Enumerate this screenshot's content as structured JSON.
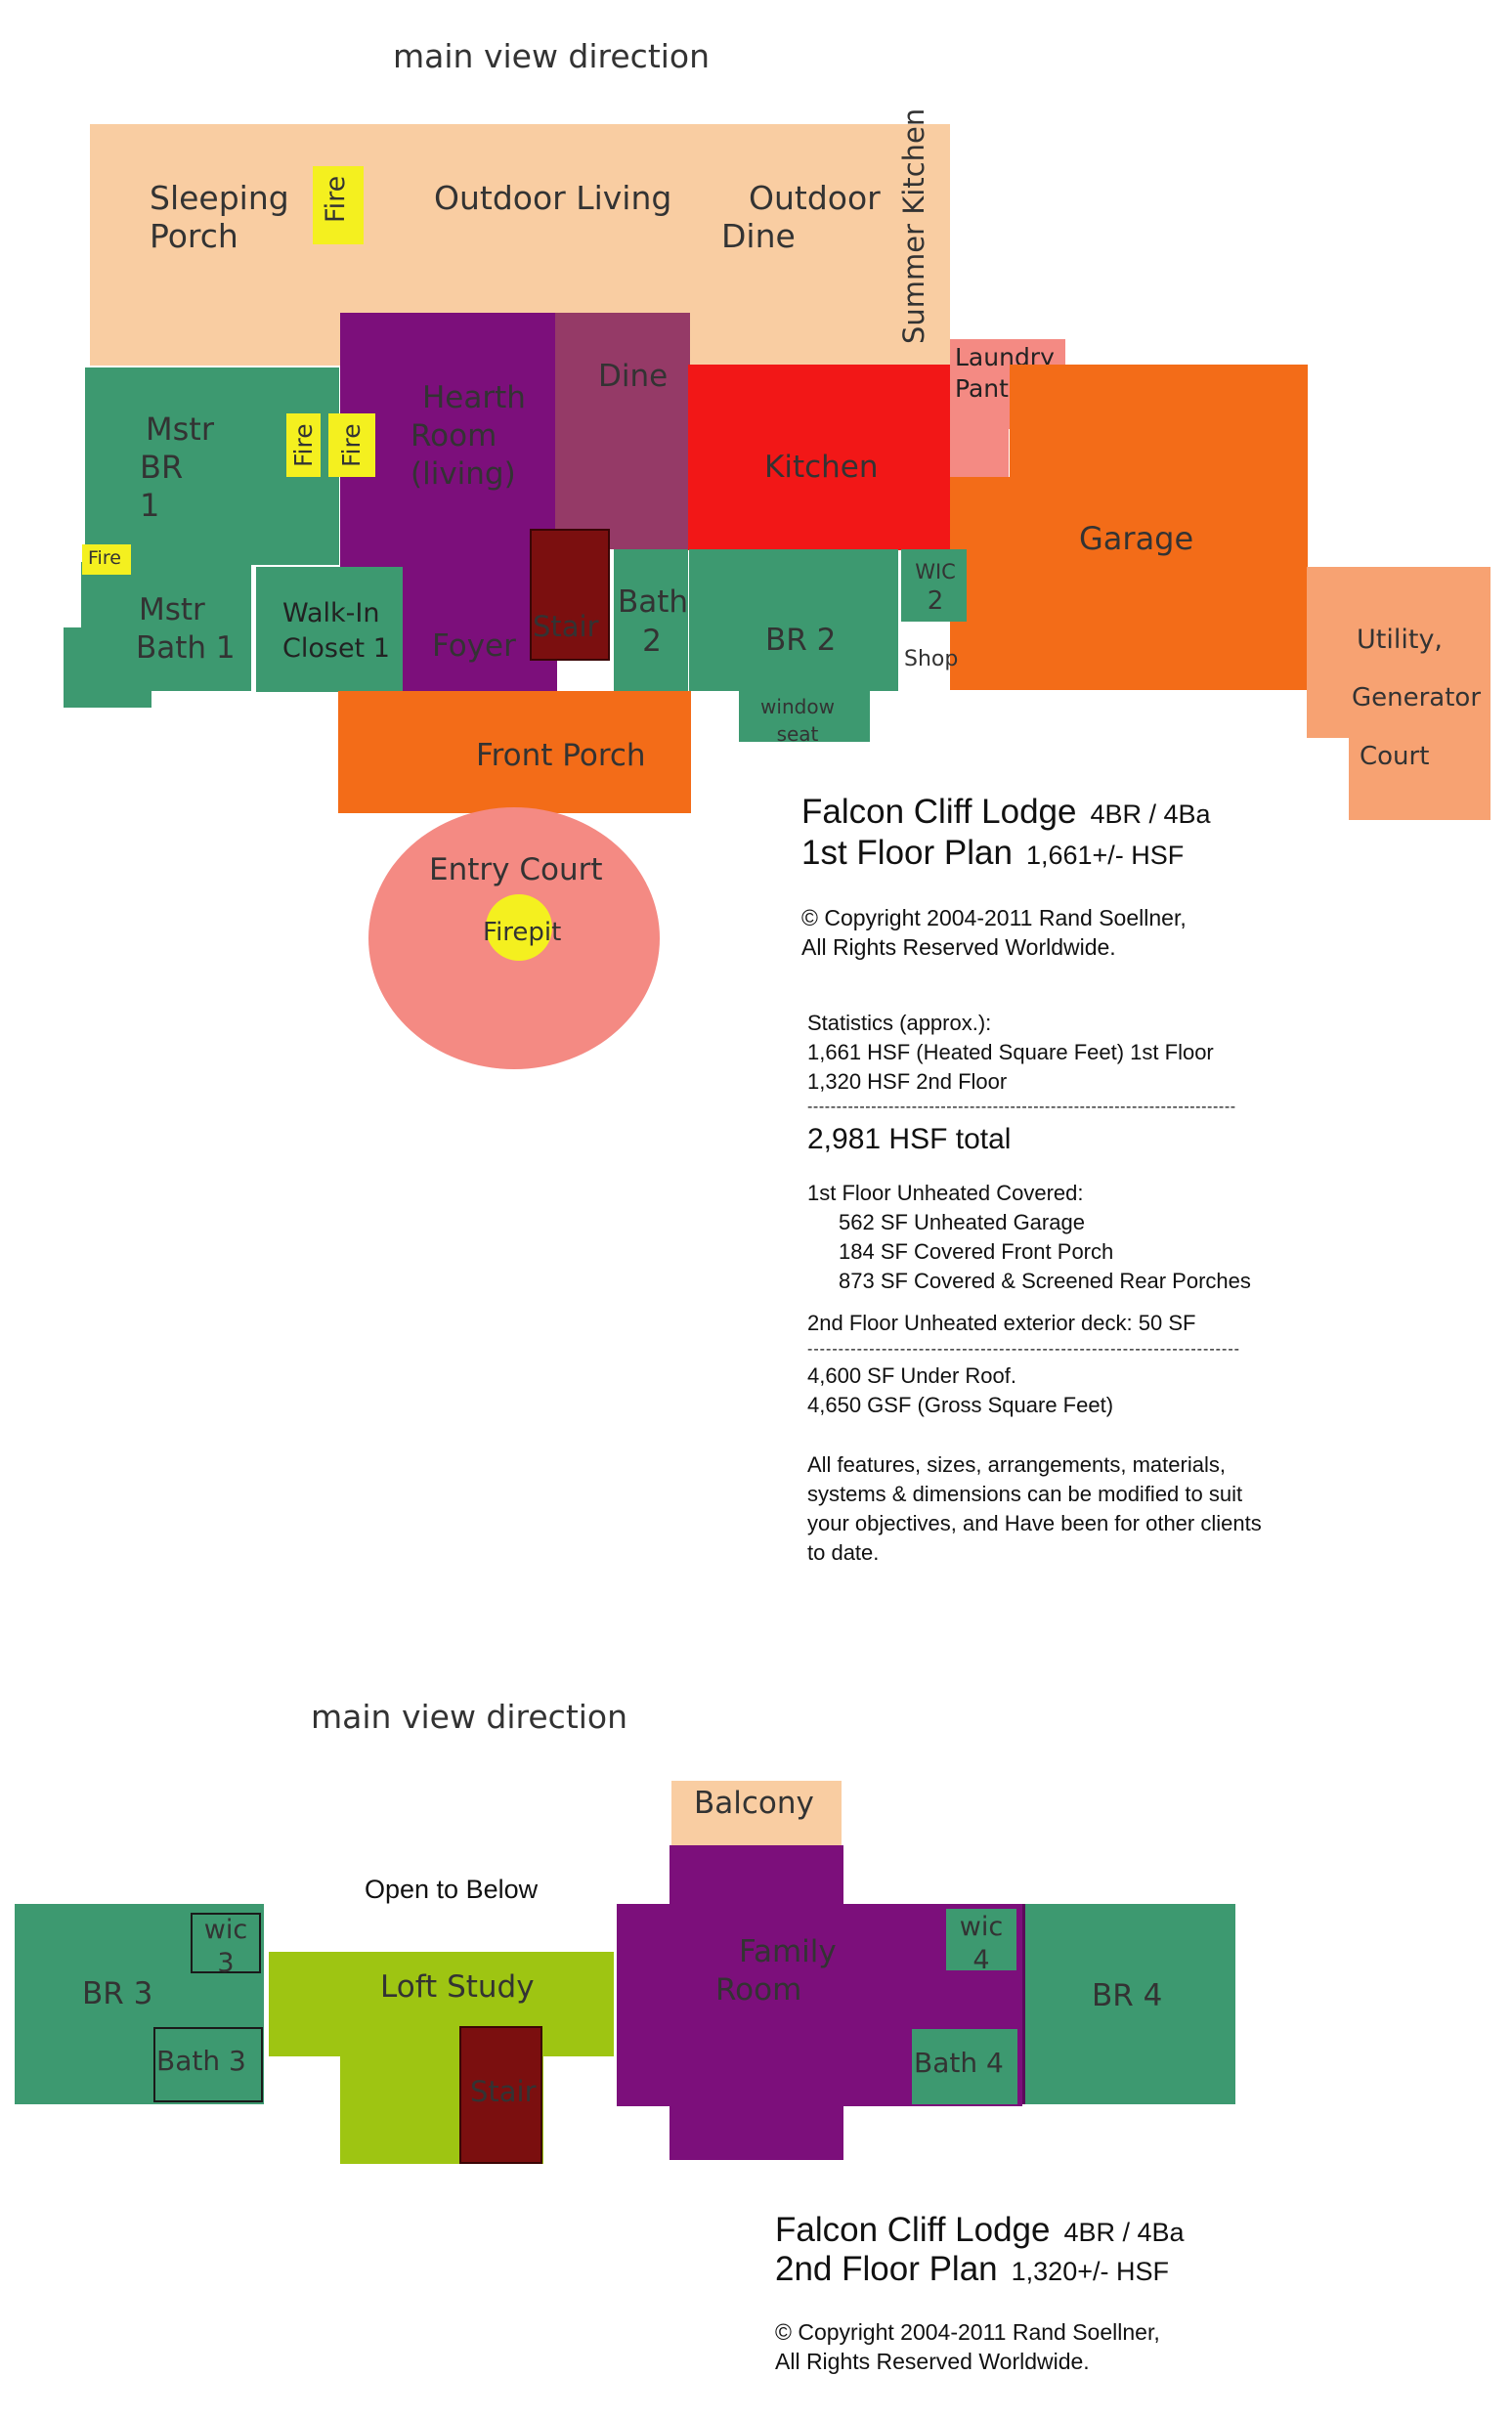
{
  "colors": {
    "porch_peach": "#f9cda2",
    "green": "#3d9970",
    "purple": "#7c0f7b",
    "mauve": "#953a67",
    "red": "#f21717",
    "orange": "#f36c18",
    "salmon": "#f7a272",
    "pink": "#f48a83",
    "yellow": "#f4f01f",
    "maroon": "#7b0f0f",
    "lime": "#9ec512"
  },
  "floor1": {
    "view_direction": "main view direction",
    "rooms": {
      "sleeping_porch": [
        "Sleeping",
        "Porch"
      ],
      "fire_porch": "Fire",
      "outdoor_living": "Outdoor Living",
      "outdoor_dine": [
        "Outdoor",
        "Dine"
      ],
      "summer_kitchen": "Summer Kitchen",
      "laundry_pantry": [
        "Laundry",
        "Pantry"
      ],
      "mstr_br": [
        "Mstr",
        "BR",
        "1"
      ],
      "fire_br1": "Fire",
      "fire_br2": "Fire",
      "hearth_room": [
        "Hearth",
        "Room",
        "(living)"
      ],
      "dine": "Dine",
      "kitchen": "Kitchen",
      "garage": "Garage",
      "fire_small": "Fire",
      "mstr_bath": [
        "Mstr",
        "Bath  1"
      ],
      "walk_in_closet": [
        "Walk-In",
        "Closet 1"
      ],
      "foyer": "Foyer",
      "stair": "Stair",
      "bath2": [
        "Bath",
        "2"
      ],
      "br2": "BR 2",
      "wic2": [
        "WIC",
        "2"
      ],
      "shop": "Shop",
      "utility": [
        "Utility,",
        "Generator",
        "Court"
      ],
      "window_seat": [
        "window",
        "seat"
      ],
      "front_porch": "Front Porch",
      "entry_court": "Entry Court",
      "firepit": "Firepit"
    },
    "title_block": {
      "name": "Falcon Cliff Lodge",
      "name_suffix": "4BR / 4Ba",
      "plan": "1st Floor Plan",
      "plan_suffix": "1,661+/- HSF",
      "copyright": "© Copyright 2004-2011 Rand Soellner,",
      "rights": "All Rights Reserved Worldwide."
    },
    "statistics": {
      "heading": "Statistics (approx.):",
      "line1": "1,661 HSF (Heated Square Feet) 1st Floor",
      "line2": "1,320 HSF 2nd Floor",
      "divider": "--------------------------------------------------------------------------",
      "total": "2,981 HSF total",
      "unheated_heading": "1st Floor Unheated Covered:",
      "unheated": [
        "562 SF Unheated Garage",
        "184 SF Covered Front Porch",
        "873 SF Covered & Screened Rear Porches"
      ],
      "deck": "2nd Floor Unheated exterior deck: 50 SF",
      "divider2": "----------------------------------------------------------------------",
      "roof": "4,600 SF Under Roof.",
      "gross": "4,650 GSF (Gross Square Feet)",
      "note": [
        "All features, sizes, arrangements, materials,",
        "systems & dimensions can be modified to suit",
        "your objectives, and Have been for other clients",
        "to date."
      ]
    }
  },
  "floor2": {
    "view_direction": "main view direction",
    "rooms": {
      "balcony": "Balcony",
      "open_to_below": "Open to Below",
      "br3": "BR 3",
      "wic3": [
        "wic",
        "3"
      ],
      "bath3": "Bath 3",
      "loft_study": "Loft Study",
      "stair": "Stair",
      "family_room": [
        "Family",
        "Room"
      ],
      "wic4": [
        "wic",
        "4"
      ],
      "bath4": "Bath 4",
      "br4": "BR 4"
    },
    "title_block": {
      "name": "Falcon Cliff Lodge",
      "name_suffix": "4BR / 4Ba",
      "plan": "2nd Floor Plan",
      "plan_suffix": "1,320+/- HSF",
      "copyright": "© Copyright 2004-2011 Rand Soellner,",
      "rights": "All Rights Reserved Worldwide."
    }
  }
}
